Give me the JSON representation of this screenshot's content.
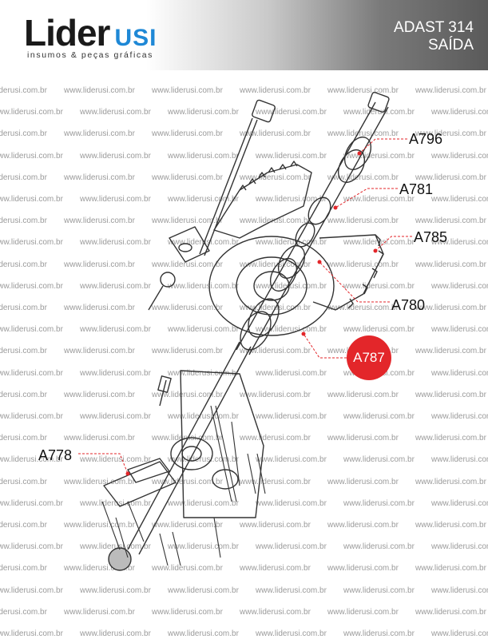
{
  "header": {
    "logo_main": "Lider",
    "logo_accent": "USI",
    "logo_tagline": "insumos & peças gráficas",
    "title_line1": "ADAST 314",
    "title_line2": "SAÍDA"
  },
  "watermark_text": "www.liderusi.com.br",
  "parts": [
    {
      "label": "A796"
    },
    {
      "label": "A781"
    },
    {
      "label": "A785"
    },
    {
      "label": "A780"
    },
    {
      "label": "A787"
    },
    {
      "label": "A778"
    }
  ],
  "colors": {
    "accent_blue": "#1e88d6",
    "badge_red": "#e3262a",
    "leader_red": "#e3262a"
  }
}
